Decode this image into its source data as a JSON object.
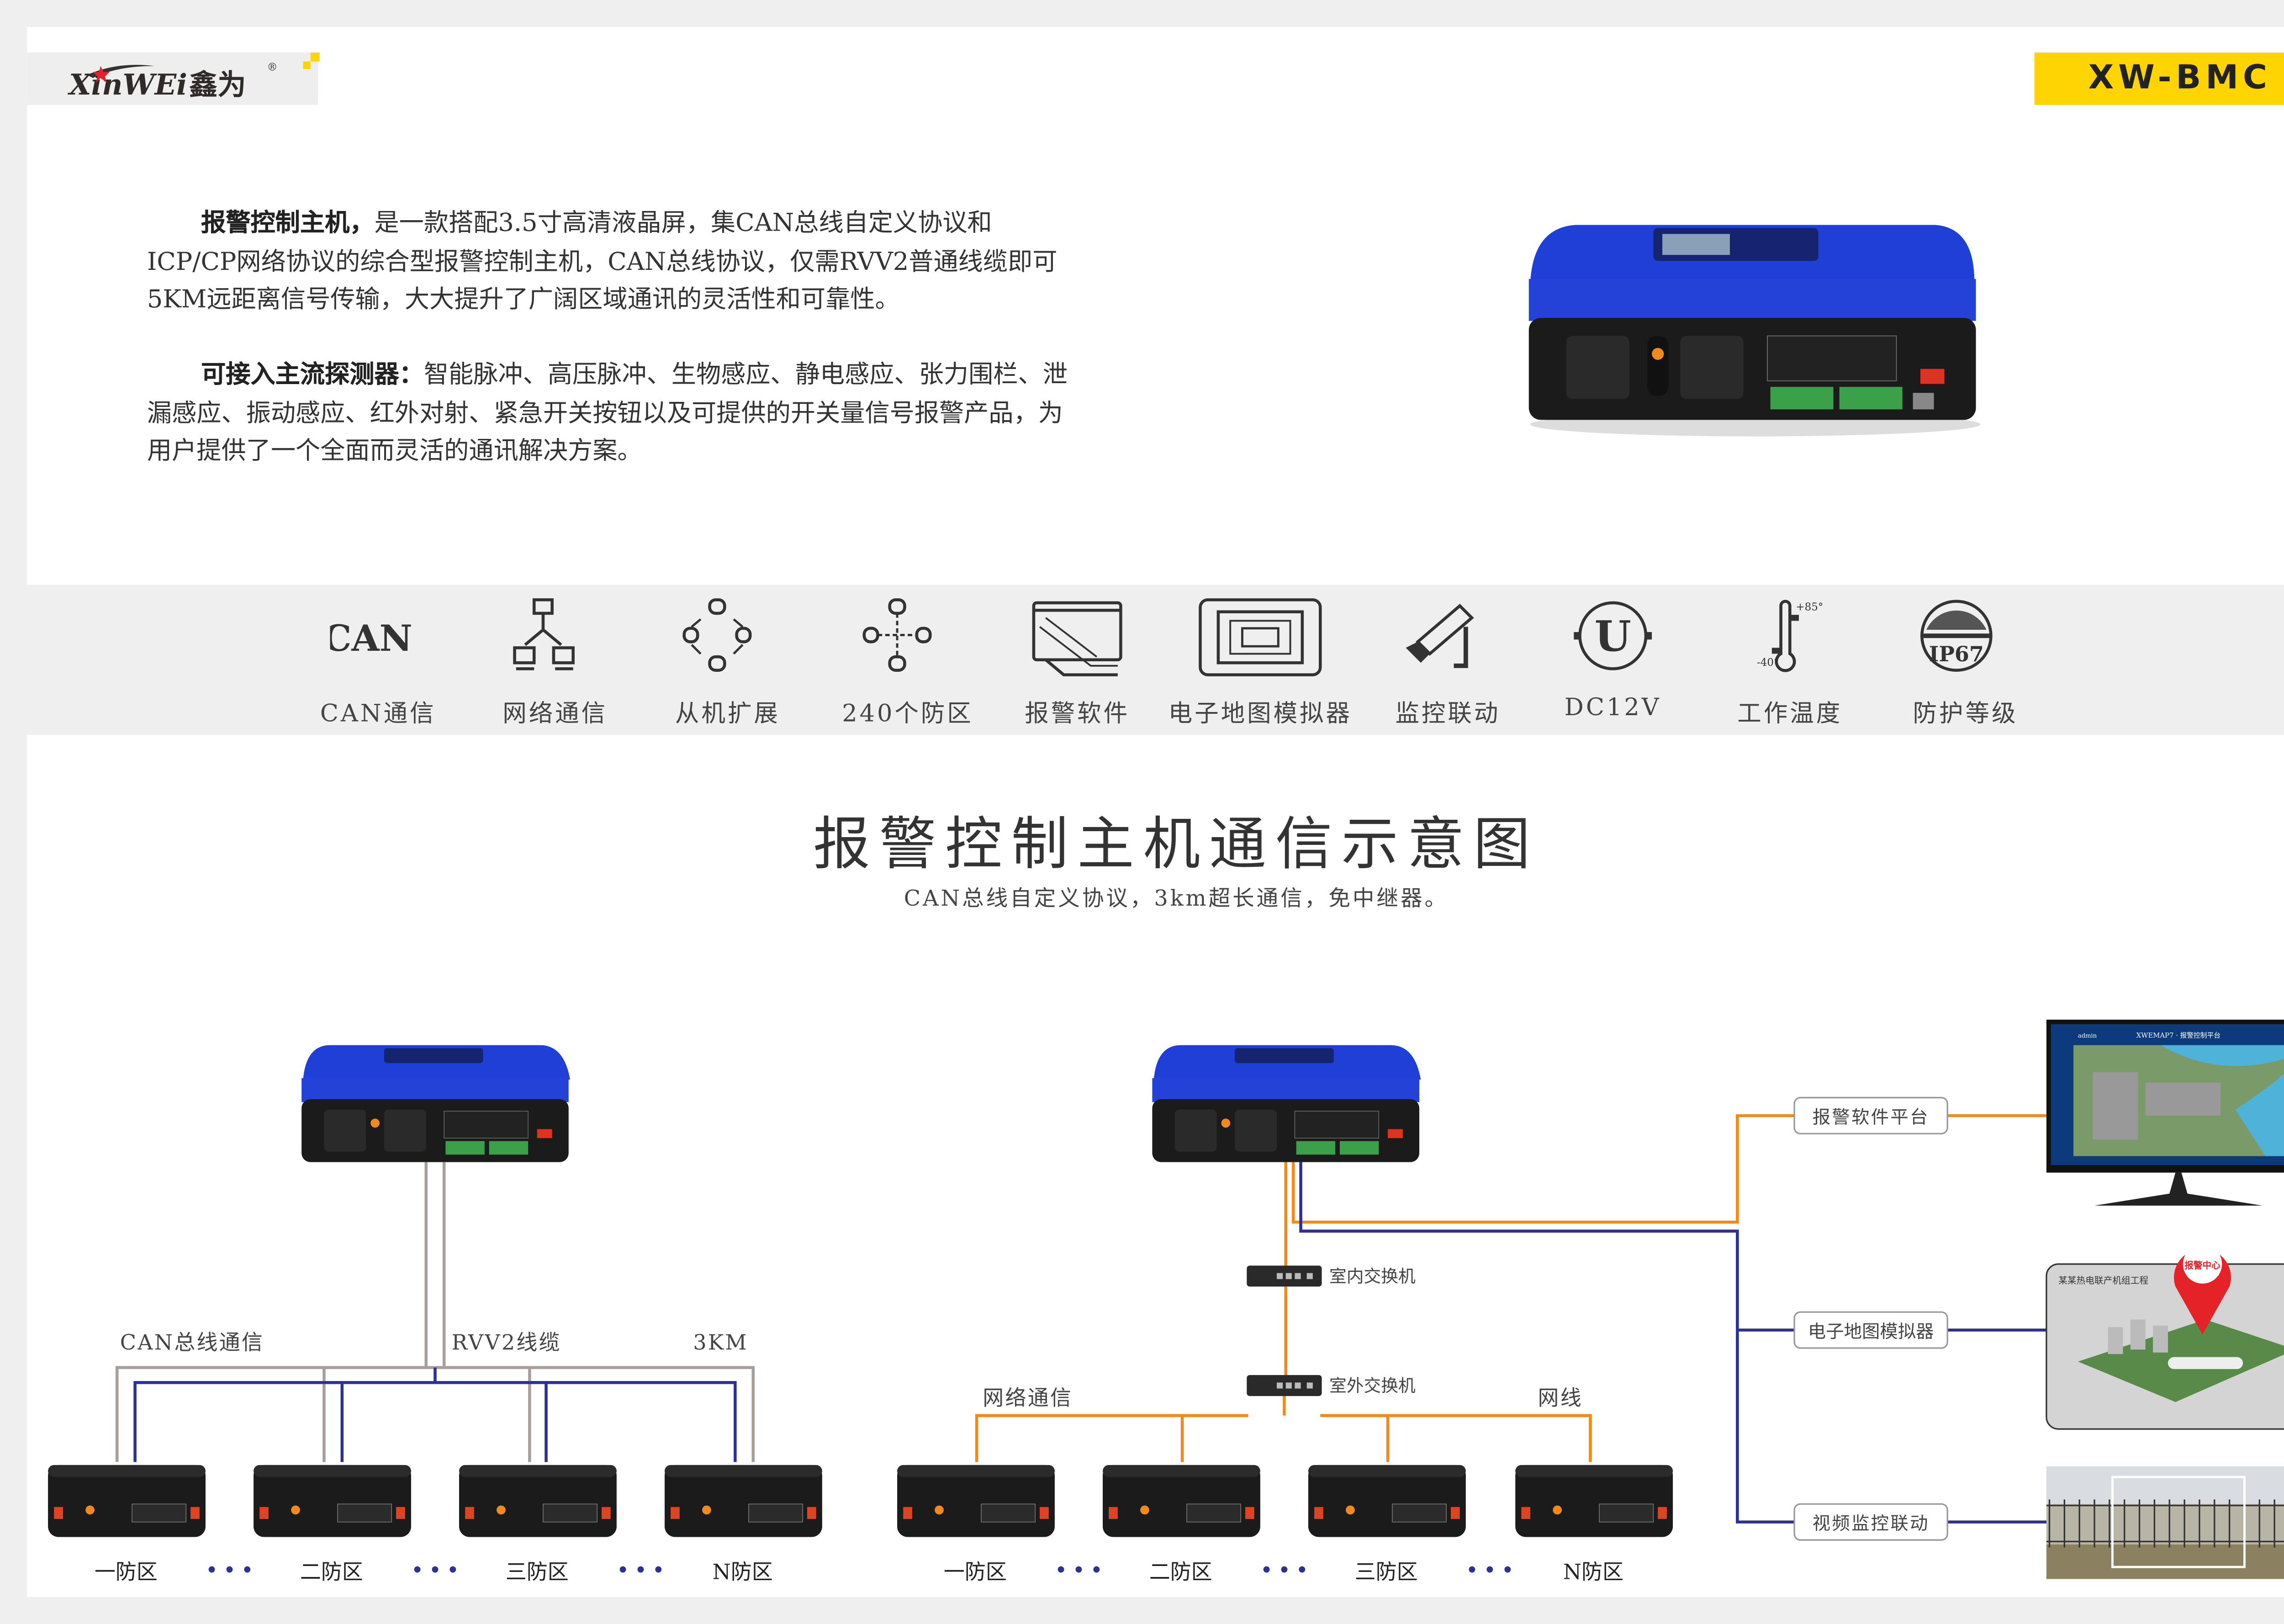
{
  "brand": {
    "logo_text": "XINWEI 鑫为",
    "model": "XW-BMC"
  },
  "intro": {
    "p1_lead": "报警控制主机，",
    "p1_body": "是一款搭配3.5寸高清液晶屏，集CAN总线自定义协议和ICP/CP网络协议的综合型报警控制主机，CAN总线协议，仅需RVV2普通线缆即可5KM远距离信号传输，大大提升了广阔区域通讯的灵活性和可靠性。",
    "p2_lead": "可接入主流探测器：",
    "p2_body": "智能脉冲、高压脉冲、生物感应、静电感应、张力围栏、泄漏感应、振动感应、红外对射、紧急开关按钮以及可提供的开关量信号报警产品，为用户提供了一个全面而灵活的通讯解决方案。"
  },
  "features": [
    {
      "label": "CAN通信",
      "icon": "can-icon"
    },
    {
      "label": "网络通信",
      "icon": "network-icon"
    },
    {
      "label": "从机扩展",
      "icon": "expansion-icon"
    },
    {
      "label": "240个防区",
      "icon": "zones-icon"
    },
    {
      "label": "报警软件",
      "icon": "software-icon"
    },
    {
      "label": "电子地图模拟器",
      "icon": "map-simulator-icon"
    },
    {
      "label": "监控联动",
      "icon": "camera-icon"
    },
    {
      "label": "DC12V",
      "icon": "power-icon"
    },
    {
      "label": "工作温度",
      "icon": "thermometer-icon"
    },
    {
      "label": "防护等级",
      "icon": "ip67-icon"
    }
  ],
  "feature_marks": {
    "can": "CAN",
    "temp_high": "+85°",
    "temp_low": "-40°",
    "ip": "IP67",
    "u": "U"
  },
  "diagram": {
    "title": "报警控制主机通信示意图",
    "subtitle": "CAN总线自定义协议，3km超长通信，免中继器。",
    "left": {
      "bus_label": "CAN总线通信",
      "cable_label": "RVV2线缆",
      "distance_label": "3KM"
    },
    "right": {
      "indoor_switch": "室内交换机",
      "outdoor_switch": "室外交换机",
      "network_label": "网络通信",
      "cable_label": "网线"
    },
    "zones": [
      "一防区",
      "二防区",
      "三防区",
      "N防区"
    ],
    "ellipsis": "• • •",
    "outputs": [
      {
        "label": "报警软件平台",
        "color": "#f08a1c"
      },
      {
        "label": "电子地图模拟器",
        "color": "#2e3192"
      },
      {
        "label": "视频监控联动",
        "color": "#2e3192"
      }
    ],
    "screen": {
      "app_title": "XWEMAP7 · 报警控制平台",
      "user": "admin"
    },
    "map_card": {
      "project": "某某热电联产机组工程",
      "pin": "报警中心"
    }
  }
}
